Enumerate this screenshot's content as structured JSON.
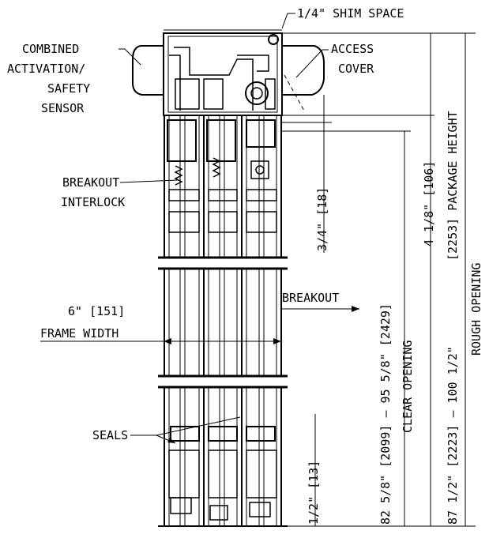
{
  "drawing": {
    "labels": {
      "shim_space": "1/4\" SHIM SPACE",
      "sensor_line1": "COMBINED",
      "sensor_line2": "ACTIVATION/",
      "sensor_line3": "SAFETY",
      "sensor_line4": "SENSOR",
      "access_line1": "ACCESS",
      "access_line2": "COVER",
      "breakout_interlock_line1": "BREAKOUT",
      "breakout_interlock_line2": "INTERLOCK",
      "frame_width_value": "6\" [151]",
      "frame_width_label": "FRAME WIDTH",
      "breakout": "BREAKOUT",
      "seals": "SEALS"
    },
    "dimensions": {
      "dim_three_quarter": "3/4\" [18]",
      "dim_half": "1/2\" [13]",
      "clear_opening_value": "82 5/8\" [2099] – 95 5/8\" [2429]",
      "clear_opening_label": "CLEAR OPENING",
      "package_height_value": "4 1/8\" [106]",
      "package_height_label": "[2253] PACKAGE HEIGHT",
      "rough_opening_value": "87 1/2\" [2223] – 100 1/2\"",
      "rough_opening_label": "ROUGH OPENING"
    }
  }
}
